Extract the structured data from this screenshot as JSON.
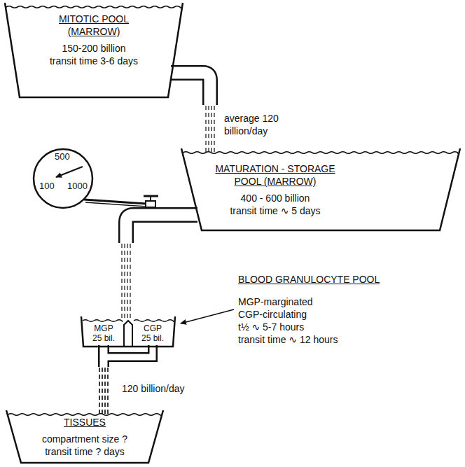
{
  "diagram": {
    "nodes": [
      {
        "text": [
          "MITOTIC POOL (MARROW)",
          "150-200 billion",
          "transit time 3-6 days"
        ]
      },
      {
        "text": [
          "MATURATION - STORAGE POOL (MARROW)",
          "400 - 600 billion",
          "transit time ∿ 5 days"
        ]
      },
      {
        "text": [
          "BLOOD GRANULOCYTE POOL",
          "MGP-marginated",
          "CGP-circulating",
          "t½ ∿ 5-7 hours",
          "transit time ∿ 12 hours"
        ]
      },
      {
        "text": [
          "MGP",
          "25 bil."
        ],
        "in": 2
      },
      {
        "text": [
          "CGP",
          "25 bil."
        ],
        "in": 2
      },
      {
        "text": [
          "TISSUES",
          "compartment size ?",
          "transit time ? days"
        ]
      }
    ],
    "edges": [
      {
        "from": 0,
        "to": 1,
        "arrow": "none",
        "label": "average 120 billion/day"
      },
      {
        "from": 1,
        "to": 2,
        "arrow": "none"
      },
      {
        "from": 3,
        "to": 5,
        "arrow": "none",
        "label": "120 billion/day"
      },
      {
        "from": 4,
        "to": 5,
        "arrow": "none"
      }
    ],
    "labels": [
      "500",
      "100",
      "1000"
    ]
  }
}
